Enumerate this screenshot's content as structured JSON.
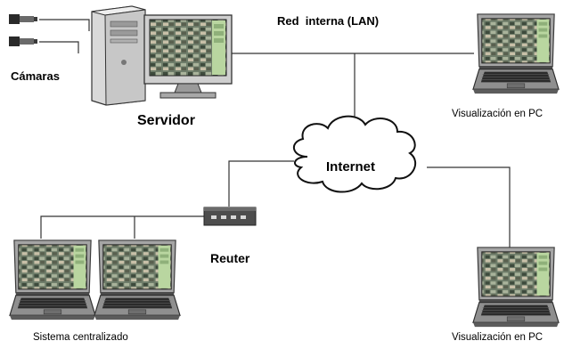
{
  "labels": {
    "cameras": "Cámaras",
    "server": "Servidor",
    "lan": "Red  interna (LAN)",
    "internet": "Internet",
    "router": "Reuter",
    "viz_pc_top": "Visualización en PC",
    "viz_pc_bottom": "Visualización en PC",
    "central_system": "Sistema centralizado"
  },
  "colors": {
    "line": "#333333",
    "screen_green": "#b9d6a0",
    "laptop_body": "#9a9a9a",
    "laptop_dark": "#2b2b2b",
    "router_body": "#4d4d4d",
    "router_led": "#d9d9d9",
    "cloud_fill": "#ffffff",
    "cloud_stroke": "#111111"
  },
  "nodes": [
    {
      "id": "cameras",
      "kind": "camera-pair",
      "label_key": "cameras"
    },
    {
      "id": "server",
      "kind": "desktop-with-tower",
      "label_key": "server"
    },
    {
      "id": "laptop-top-right",
      "kind": "laptop",
      "label_key": "viz_pc_top"
    },
    {
      "id": "internet-cloud",
      "kind": "cloud",
      "label_key": "internet"
    },
    {
      "id": "router",
      "kind": "router",
      "label_key": "router"
    },
    {
      "id": "laptop-central-1",
      "kind": "laptop",
      "label_key": "central_system"
    },
    {
      "id": "laptop-central-2",
      "kind": "laptop",
      "label_key": "central_system"
    },
    {
      "id": "laptop-bottom-right",
      "kind": "laptop",
      "label_key": "viz_pc_bottom"
    }
  ],
  "edges": [
    {
      "from": "cameras",
      "to": "server"
    },
    {
      "from": "server",
      "to": "laptop-top-right",
      "label_key": "lan"
    },
    {
      "from": "server",
      "to": "internet-cloud"
    },
    {
      "from": "internet-cloud",
      "to": "router"
    },
    {
      "from": "internet-cloud",
      "to": "laptop-bottom-right"
    },
    {
      "from": "router",
      "to": "laptop-central-1"
    },
    {
      "from": "router",
      "to": "laptop-central-2"
    }
  ]
}
